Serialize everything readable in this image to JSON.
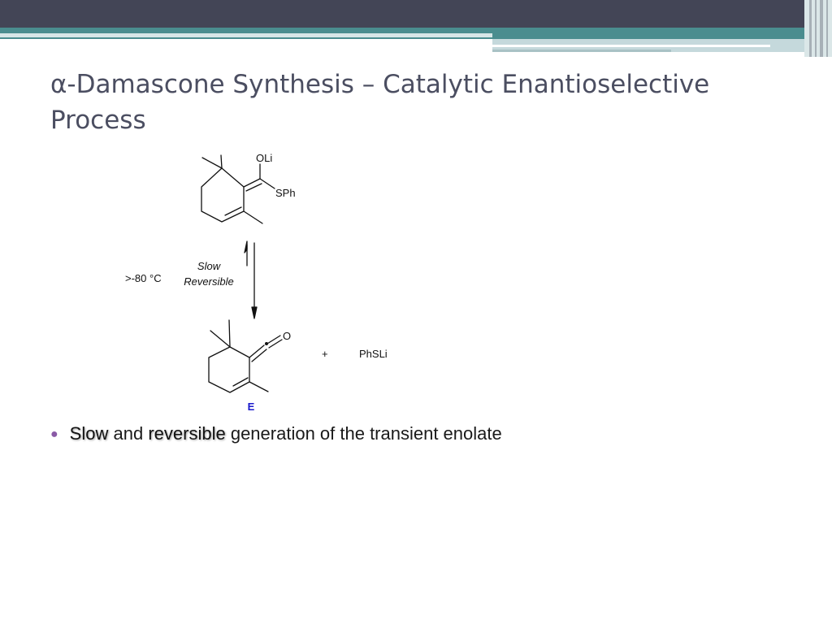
{
  "slide": {
    "title": "α-Damascone Synthesis – Catalytic Enantioselective Process"
  },
  "scheme": {
    "enolate_group_top": "OLi",
    "enolate_group_side": "SPh",
    "condition_temp": ">-80 °C",
    "condition_line1": "Slow",
    "condition_line2": "Reversible",
    "ketene_oxygen": "O",
    "plus_sign": "+",
    "byproduct": "PhSLi",
    "compound_label": "E",
    "label_color": "#1a1acc"
  },
  "bullet": {
    "word1": "Slow",
    "joiner": "and",
    "word2": "reversible",
    "rest": "generation of the transient enolate"
  }
}
